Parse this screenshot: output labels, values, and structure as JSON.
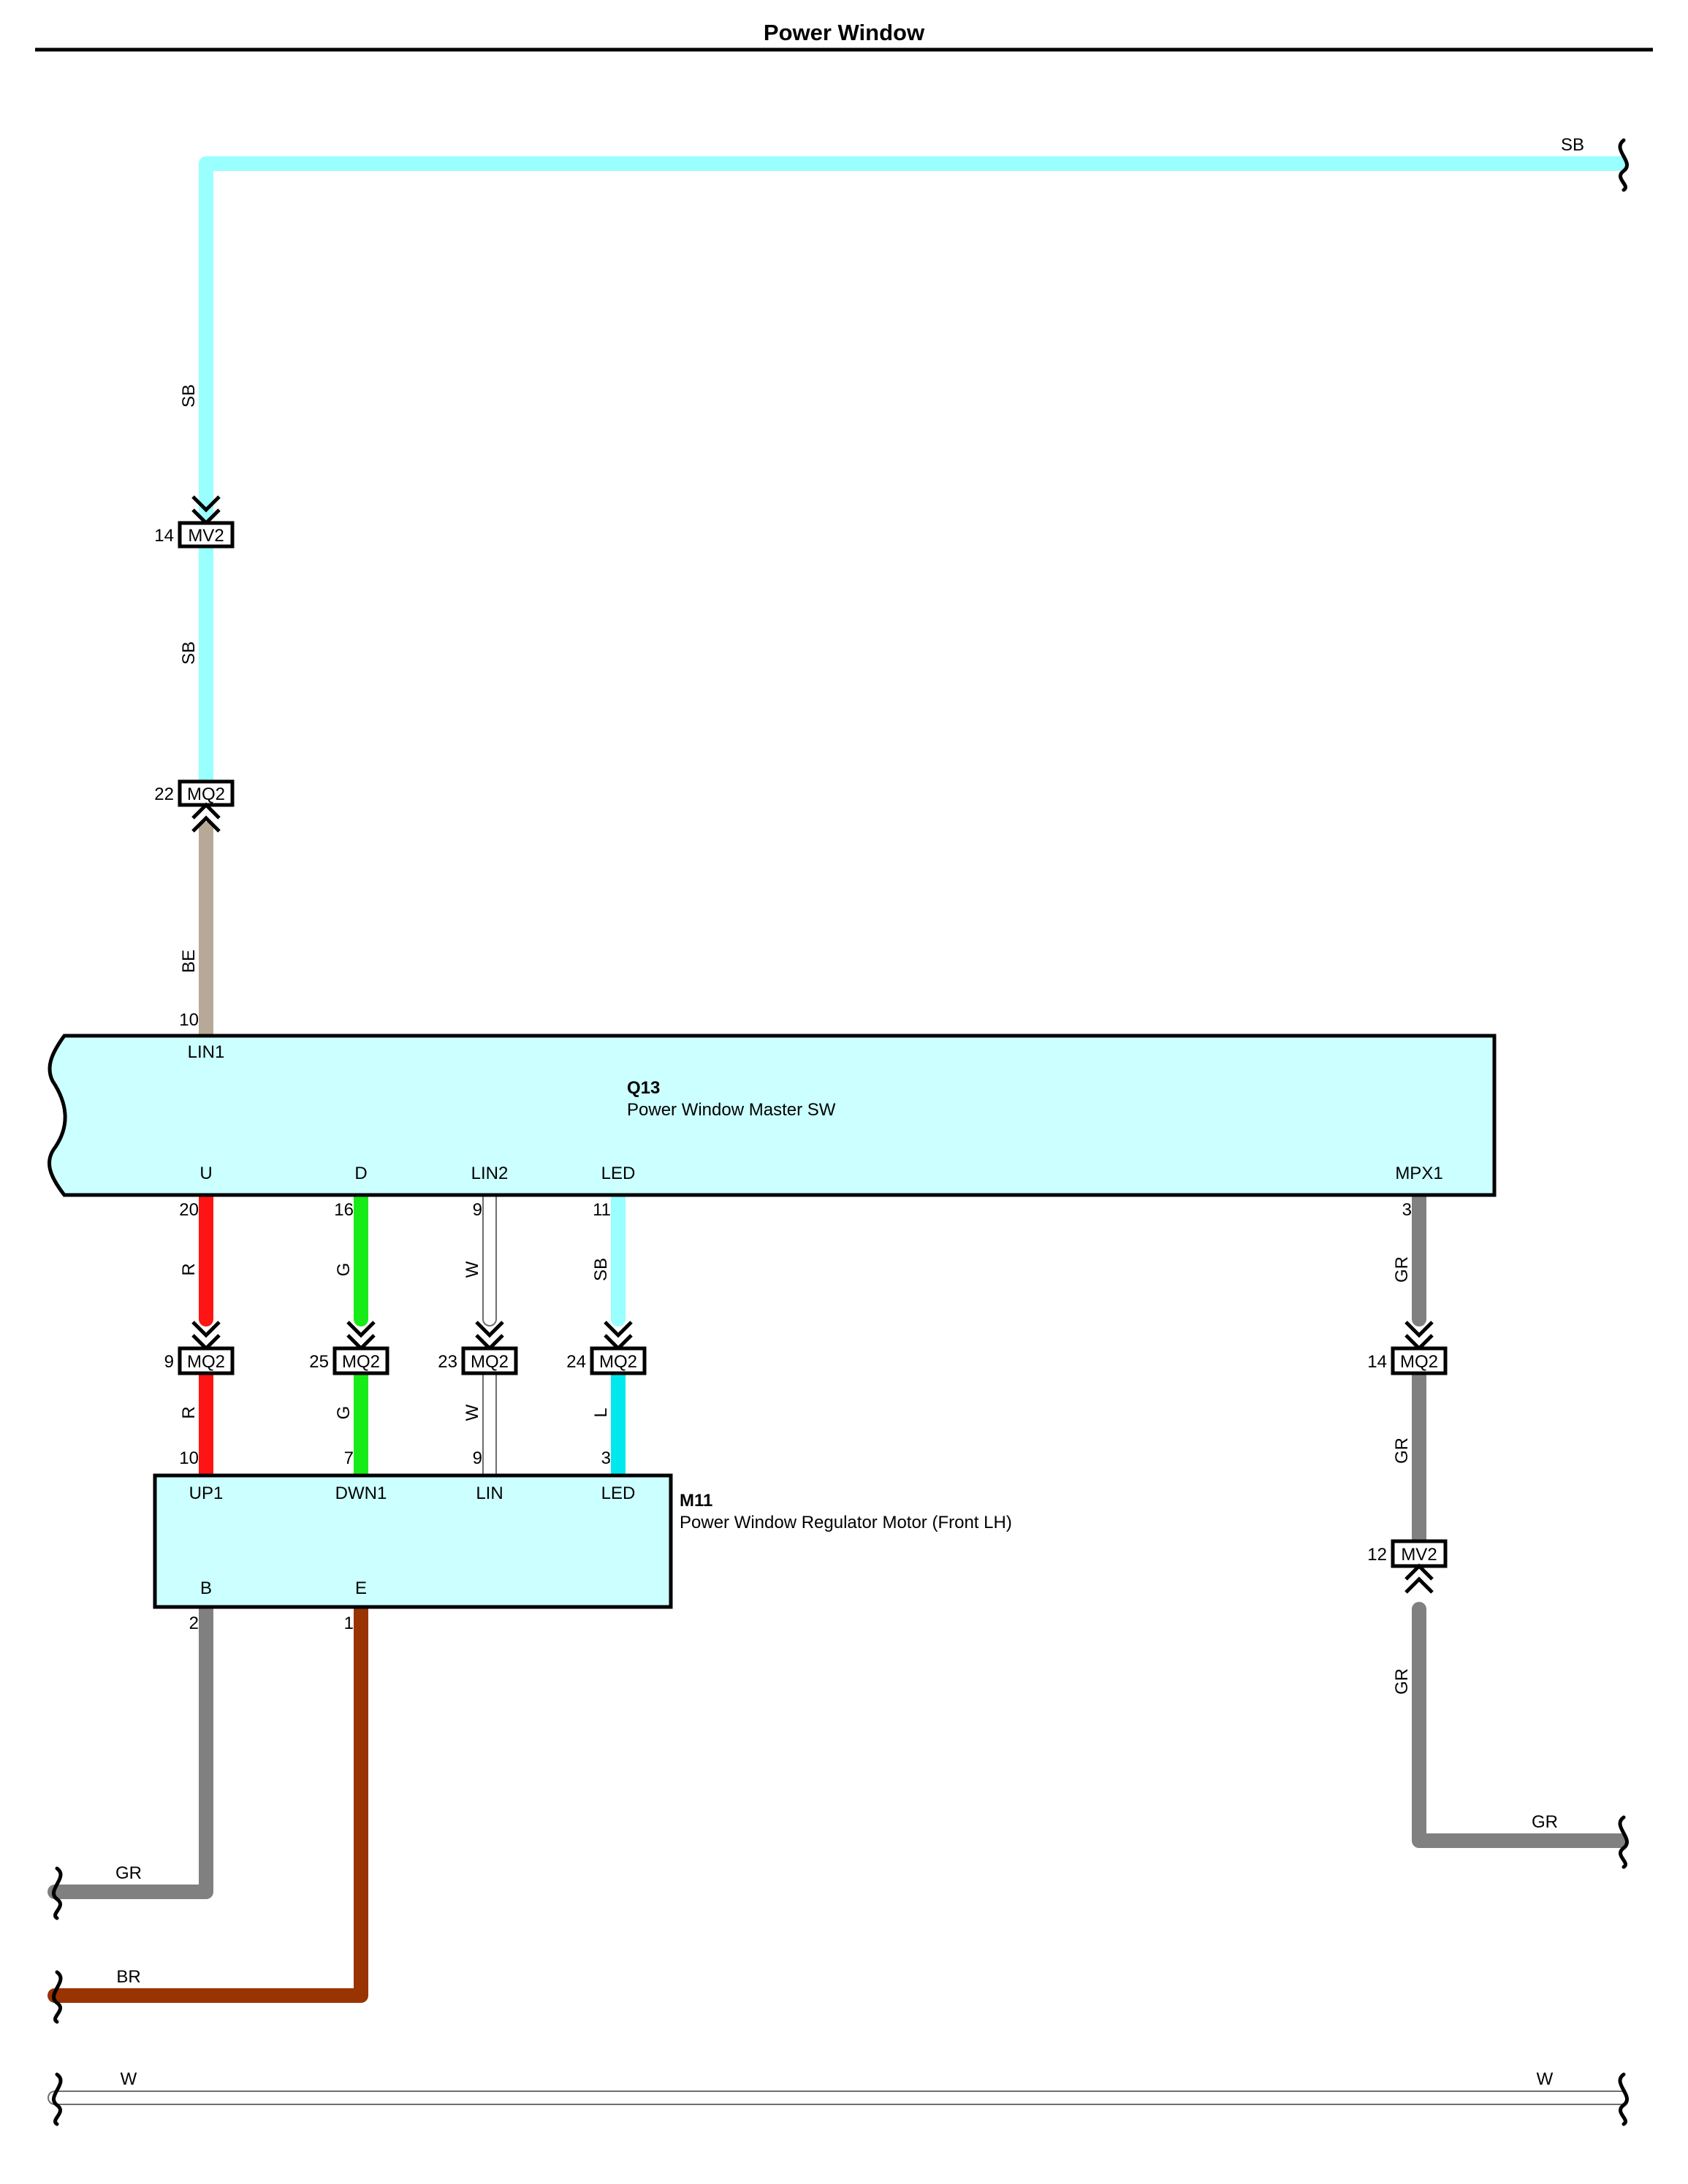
{
  "title": "Power Window",
  "colors": {
    "SB": "#99ffff",
    "BE": "#b8a898",
    "R": "#ff1414",
    "G": "#18ec18",
    "W_fill": "#ffffff",
    "W_edge": "#6e6e6e",
    "L": "#00e8ee",
    "GR": "#808080",
    "BR": "#993300",
    "component_fill": "#ccffff",
    "component_edge": "#000000"
  },
  "components": {
    "q13": {
      "id": "Q13",
      "name": "Power Window Master SW",
      "pins": {
        "lin1": "LIN1",
        "u": "U",
        "d": "D",
        "lin2": "LIN2",
        "led": "LED",
        "mpx1": "MPX1"
      }
    },
    "m11": {
      "id": "M11",
      "name": "Power Window Regulator Motor (Front LH)",
      "pins": {
        "up1": "UP1",
        "dwn1": "DWN1",
        "lin": "LIN",
        "led": "LED",
        "b": "B",
        "e": "E"
      }
    }
  },
  "connectors": {
    "mv2_top": {
      "name": "MV2",
      "pin": "14"
    },
    "mq2_top": {
      "name": "MQ2",
      "pin": "22"
    },
    "mq2_u": {
      "name": "MQ2",
      "pin": "9"
    },
    "mq2_d": {
      "name": "MQ2",
      "pin": "25"
    },
    "mq2_lin": {
      "name": "MQ2",
      "pin": "23"
    },
    "mq2_led": {
      "name": "MQ2",
      "pin": "24"
    },
    "mq2_mpx": {
      "name": "MQ2",
      "pin": "14"
    },
    "mv2_mpx": {
      "name": "MV2",
      "pin": "12"
    }
  },
  "pin_numbers": {
    "q13_lin1": "10",
    "q13_u": "20",
    "q13_d": "16",
    "q13_lin2": "9",
    "q13_led": "11",
    "q13_mpx1": "3",
    "m11_up1": "10",
    "m11_dwn1": "7",
    "m11_lin": "9",
    "m11_led": "3",
    "m11_b": "2",
    "m11_e": "1"
  },
  "wire_labels": {
    "top_right": "SB",
    "sb_upper": "SB",
    "sb_mid": "SB",
    "be": "BE",
    "u_upper": "R",
    "d_upper": "G",
    "lin_upper": "W",
    "led_upper": "SB",
    "u_lower": "R",
    "d_lower": "G",
    "lin_lower": "W",
    "led_lower": "L",
    "mpx_upper": "GR",
    "mpx_mid": "GR",
    "mpx_lower": "GR",
    "mpx_right": "GR",
    "b_out": "GR",
    "e_out": "BR",
    "bottom_left": "W",
    "bottom_right": "W"
  }
}
